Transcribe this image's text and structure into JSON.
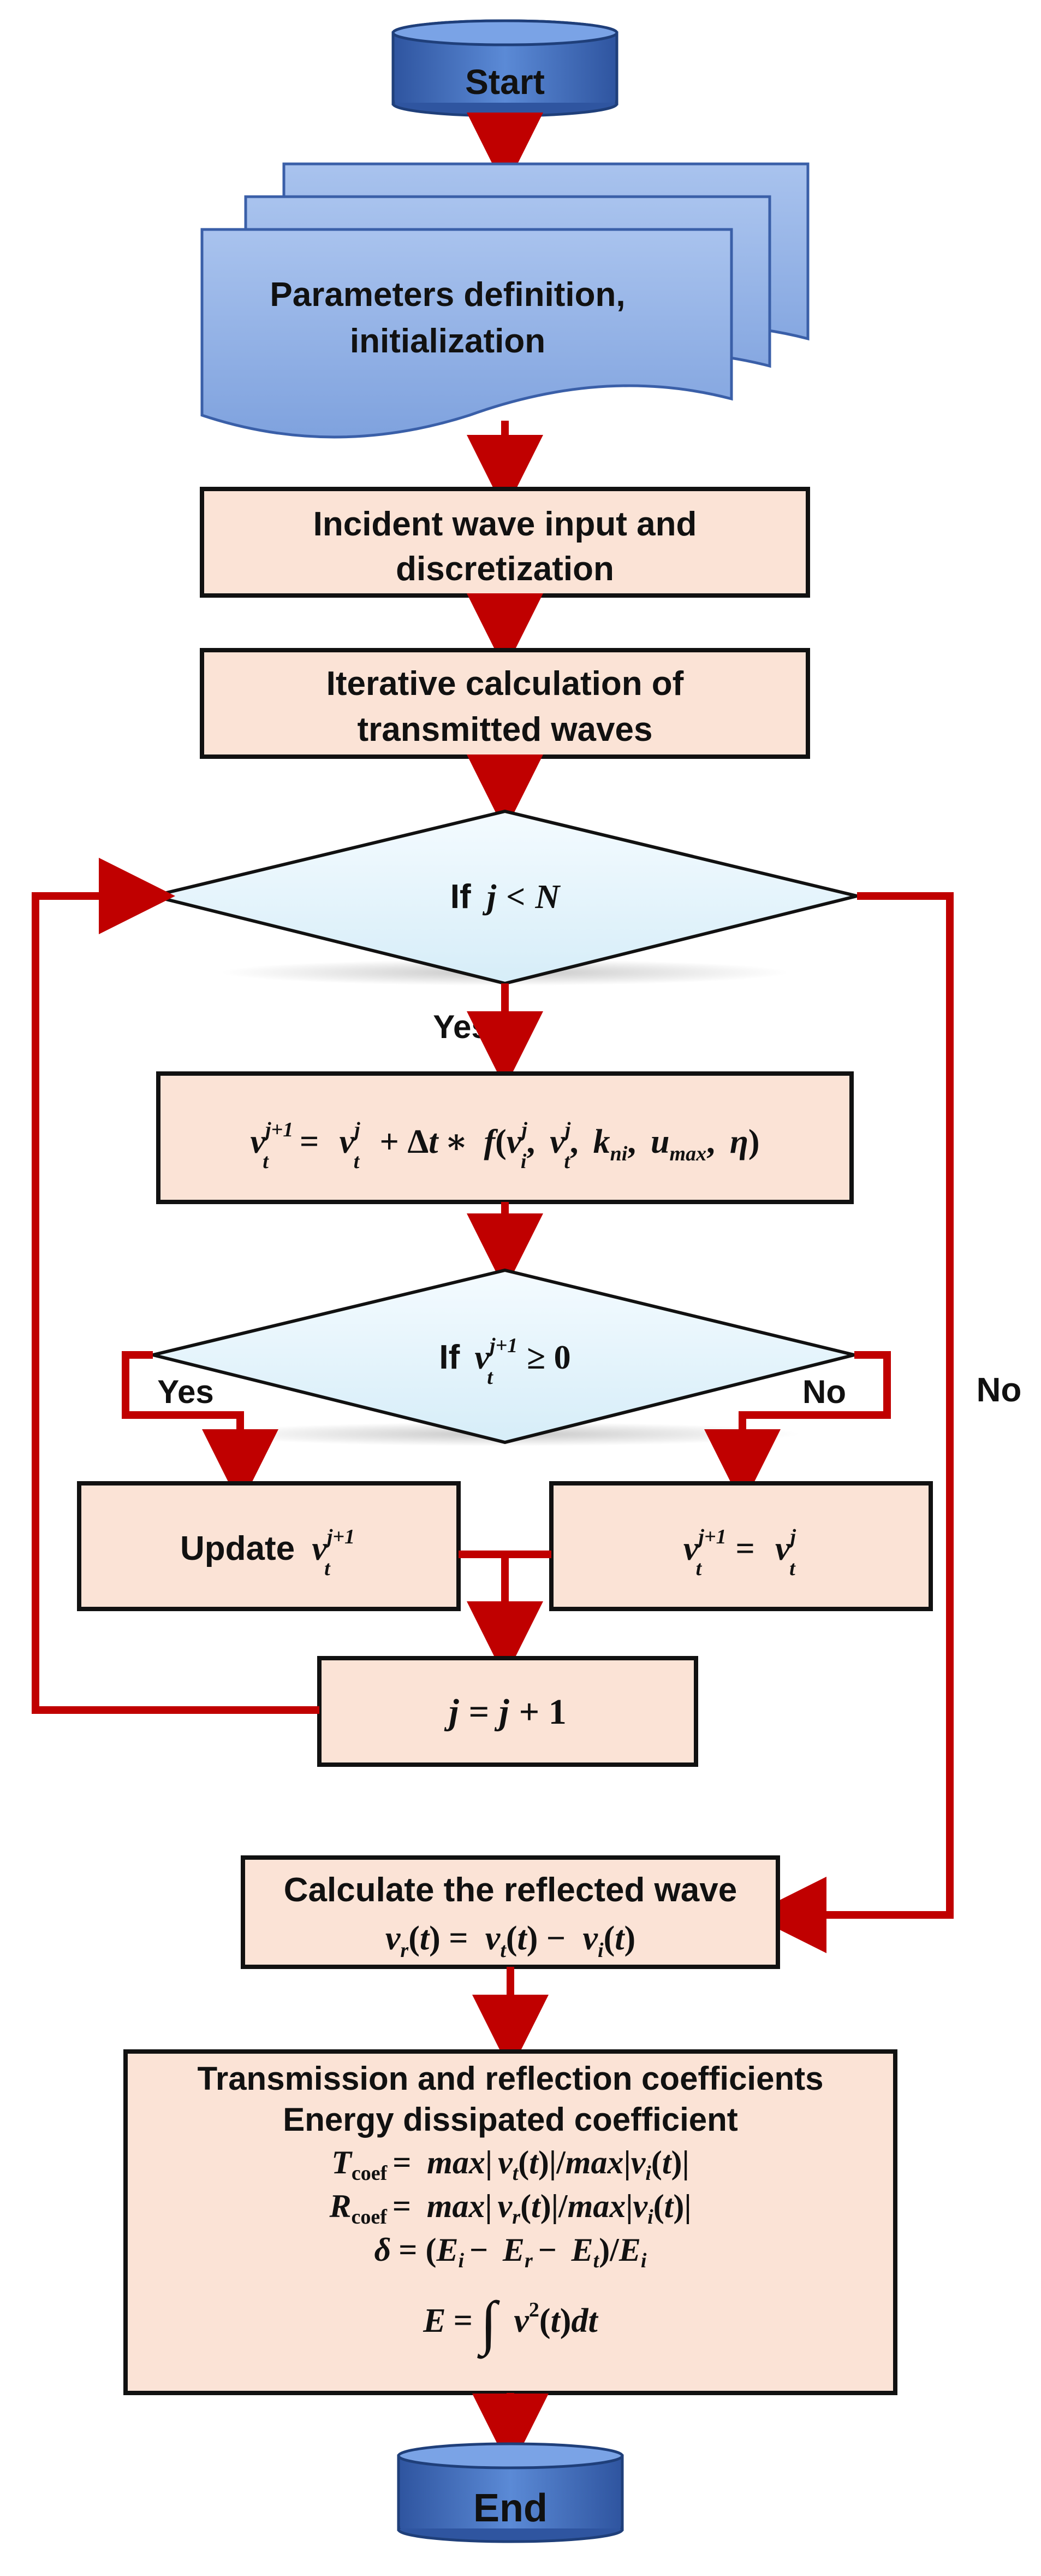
{
  "flowchart": {
    "start": "Start",
    "params": {
      "line1": "Parameters definition,",
      "line2": "initialization"
    },
    "incident": {
      "line1": "Incident wave input and",
      "line2": "discretization"
    },
    "iterative": {
      "line1": "Iterative calculation of",
      "line2": "transmitted waves"
    },
    "decision1": {
      "prefix": "If",
      "expr": "j < N"
    },
    "decision1_yes": "Yes",
    "decision1_no": "No",
    "update_eq": "v_t^{j+1} = v_t^j + Δt ∗ f(v_i^j, v_t^j, k_ni, u_max, η)",
    "decision2": {
      "prefix": "If",
      "expr": "v_t^{j+1} ≥ 0"
    },
    "decision2_yes": "Yes",
    "decision2_no": "No",
    "update_left": {
      "prefix": "Update",
      "expr": "v_t^{j+1}"
    },
    "update_right": "v_t^{j+1} = v_t^j",
    "increment": "j = j + 1",
    "reflected": {
      "line1": "Calculate the reflected wave",
      "line2": "v_r(t) = v_t(t) − v_i(t)"
    },
    "coefficients": {
      "line1": "Transmission and reflection coefficients",
      "line2": "Energy dissipated coefficient",
      "line3": "T_coef = max| v_t(t)|/max|v_i(t)|",
      "line4": "R_coef = max| v_r(t)|/max|v_i(t)|",
      "line5": "δ = (E_i − E_r − E_t)/E_i",
      "line6": "E = ∫ v²(t)dt"
    },
    "end": "End"
  },
  "colors": {
    "arrow": "#c00000",
    "process_fill": "#fbe3d6",
    "decision_fill": "#e6f4fb",
    "terminal_fill": "#4472c4",
    "document_fill": "#8fb0e6"
  }
}
